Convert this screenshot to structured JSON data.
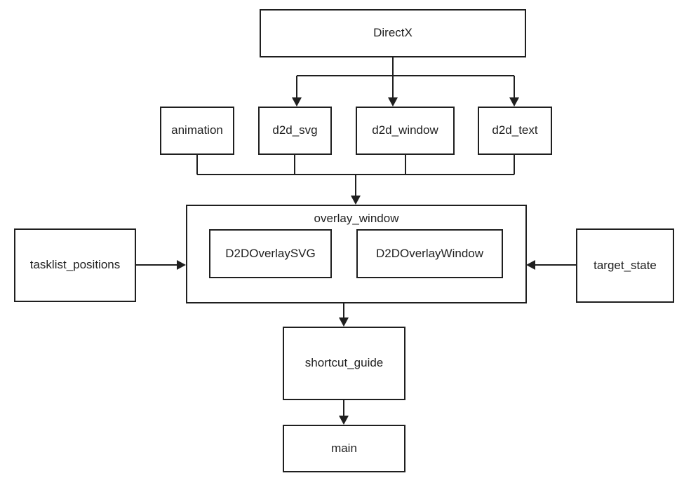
{
  "diagram": {
    "title": "module dependency flowchart",
    "colors": {
      "line": "#1f1f1f",
      "text": "#1f1f1f",
      "box_fill": "#ffffff",
      "background": "#ffffff"
    },
    "nodes": {
      "directx": {
        "label": "DirectX"
      },
      "animation": {
        "label": "animation"
      },
      "d2d_svg": {
        "label": "d2d_svg"
      },
      "d2d_window": {
        "label": "d2d_window"
      },
      "d2d_text": {
        "label": "d2d_text"
      },
      "overlay_window": {
        "label": "overlay_window"
      },
      "d2d_overlay_svg": {
        "label": "D2DOverlaySVG"
      },
      "d2d_overlay_window": {
        "label": "D2DOverlayWindow"
      },
      "tasklist_positions": {
        "label": "tasklist_positions"
      },
      "target_state": {
        "label": "target_state"
      },
      "shortcut_guide": {
        "label": "shortcut_guide"
      },
      "main": {
        "label": "main"
      }
    },
    "edges": [
      {
        "from": "DirectX",
        "to": "d2d_svg"
      },
      {
        "from": "DirectX",
        "to": "d2d_window"
      },
      {
        "from": "DirectX",
        "to": "d2d_text"
      },
      {
        "from": "animation",
        "to": "overlay_window"
      },
      {
        "from": "d2d_svg",
        "to": "overlay_window"
      },
      {
        "from": "d2d_window",
        "to": "overlay_window"
      },
      {
        "from": "d2d_text",
        "to": "overlay_window"
      },
      {
        "from": "tasklist_positions",
        "to": "overlay_window"
      },
      {
        "from": "target_state",
        "to": "overlay_window"
      },
      {
        "from": "overlay_window",
        "to": "shortcut_guide"
      },
      {
        "from": "shortcut_guide",
        "to": "main"
      }
    ]
  }
}
